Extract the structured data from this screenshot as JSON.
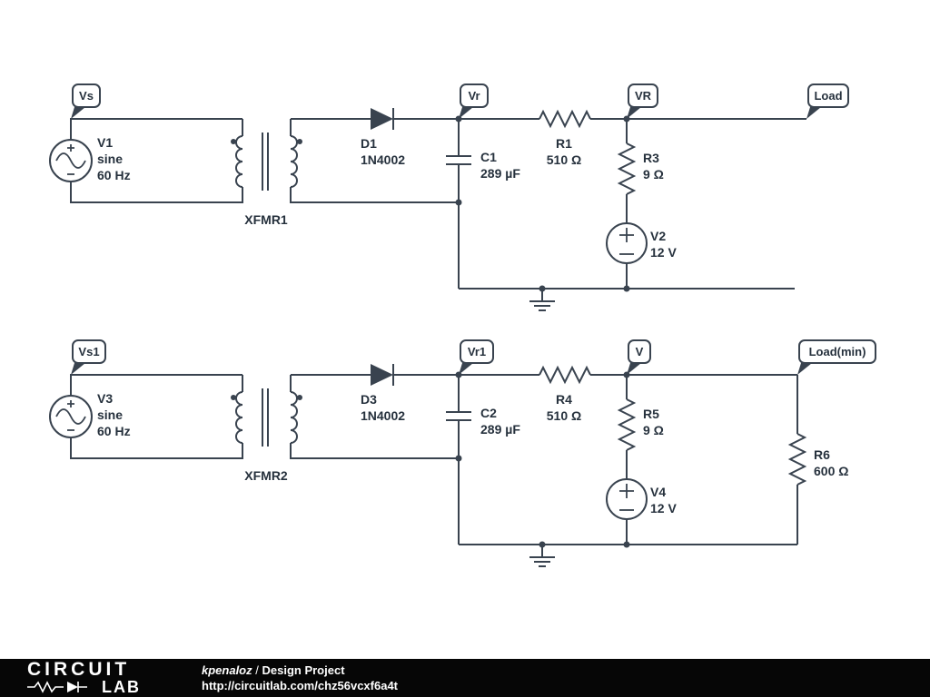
{
  "circuit1": {
    "flags": {
      "vs": "Vs",
      "vr": "Vr",
      "vout": "VR",
      "load": "Load"
    },
    "ac_source": {
      "name": "V1",
      "waveform": "sine",
      "frequency": "60 Hz"
    },
    "transformer": {
      "name": "XFMR1"
    },
    "diode": {
      "name": "D1",
      "part": "1N4002"
    },
    "cap": {
      "name": "C1",
      "value": "289 µF"
    },
    "series_resistor": {
      "name": "R1",
      "value": "510 Ω"
    },
    "shunt_resistor": {
      "name": "R3",
      "value": "9 Ω"
    },
    "battery": {
      "name": "V2",
      "value": "12 V"
    }
  },
  "circuit2": {
    "flags": {
      "vs": "Vs1",
      "vr": "Vr1",
      "vout": "V",
      "load": "Load(min)"
    },
    "ac_source": {
      "name": "V3",
      "waveform": "sine",
      "frequency": "60 Hz"
    },
    "transformer": {
      "name": "XFMR2"
    },
    "diode": {
      "name": "D3",
      "part": "1N4002"
    },
    "cap": {
      "name": "C2",
      "value": "289 µF"
    },
    "series_resistor": {
      "name": "R4",
      "value": "510 Ω"
    },
    "shunt_resistor": {
      "name": "R5",
      "value": "9 Ω"
    },
    "battery": {
      "name": "V4",
      "value": "12 V"
    },
    "load_resistor": {
      "name": "R6",
      "value": "600 Ω"
    }
  },
  "footer": {
    "logo_top": "CIRCUIT",
    "logo_bottom": "LAB",
    "author": "kpenaloz",
    "divider": "/",
    "project": "Design Project",
    "url": "http://circuitlab.com/chz56vcxf6a4t"
  },
  "colors": {
    "wire": "#39434f",
    "text": "#26313d",
    "footer_bg": "#060606",
    "footer_text": "#ffffff"
  }
}
